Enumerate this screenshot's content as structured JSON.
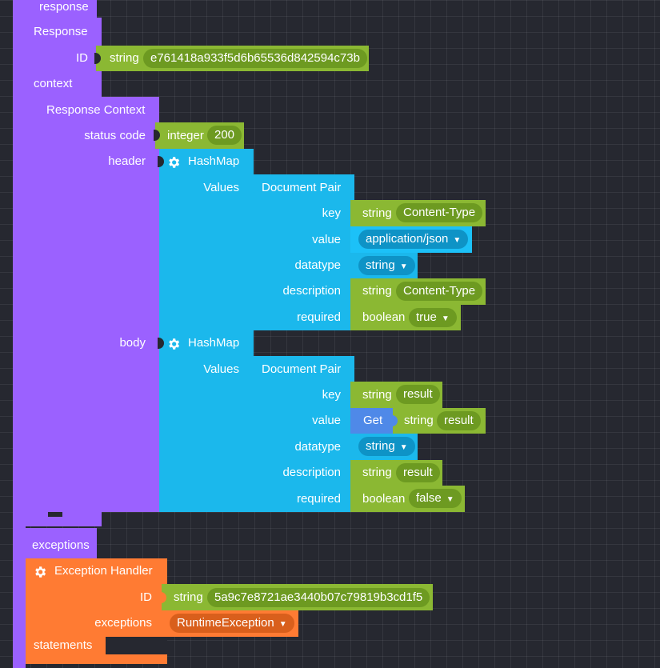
{
  "response_block": {
    "top_label": "response",
    "title": "Response",
    "id_label": "ID",
    "id_type": "string",
    "id_value": "e761418a933f5d6b65536d842594c73b",
    "context_label": "context"
  },
  "context_block": {
    "title": "Response Context",
    "status_code_label": "status code",
    "status_type": "integer",
    "status_value": "200",
    "header_label": "header",
    "body_label": "body"
  },
  "header_map": {
    "title": "HashMap",
    "values_label": "Values",
    "pair_title": "Document Pair",
    "key_label": "key",
    "key_type": "string",
    "key_value": "Content-Type",
    "value_label": "value",
    "value_value": "application/json",
    "datatype_label": "datatype",
    "datatype_value": "string",
    "description_label": "description",
    "description_type": "string",
    "description_value": "Content-Type",
    "required_label": "required",
    "required_type": "boolean",
    "required_value": "true"
  },
  "body_map": {
    "title": "HashMap",
    "values_label": "Values",
    "pair_title": "Document Pair",
    "key_label": "key",
    "key_type": "string",
    "key_value": "result",
    "value_label": "value",
    "value_get": "Get",
    "value_type": "string",
    "value_value": "result",
    "datatype_label": "datatype",
    "datatype_value": "string",
    "description_label": "description",
    "description_type": "string",
    "description_value": "result",
    "required_label": "required",
    "required_type": "boolean",
    "required_value": "false"
  },
  "exceptions_block": {
    "label": "exceptions",
    "handler_title": "Exception Handler",
    "id_label": "ID",
    "id_type": "string",
    "id_value": "5a9c7e8721ae3440b07c79819b3cd1f5",
    "exceptions_label": "exceptions",
    "exceptions_value": "RuntimeException",
    "statements_label": "statements"
  },
  "colors": {
    "purple": "#9b61ff",
    "blue": "#1bb8ec",
    "green": "#8bb833",
    "orange": "#ff7b33",
    "background": "#262830"
  }
}
